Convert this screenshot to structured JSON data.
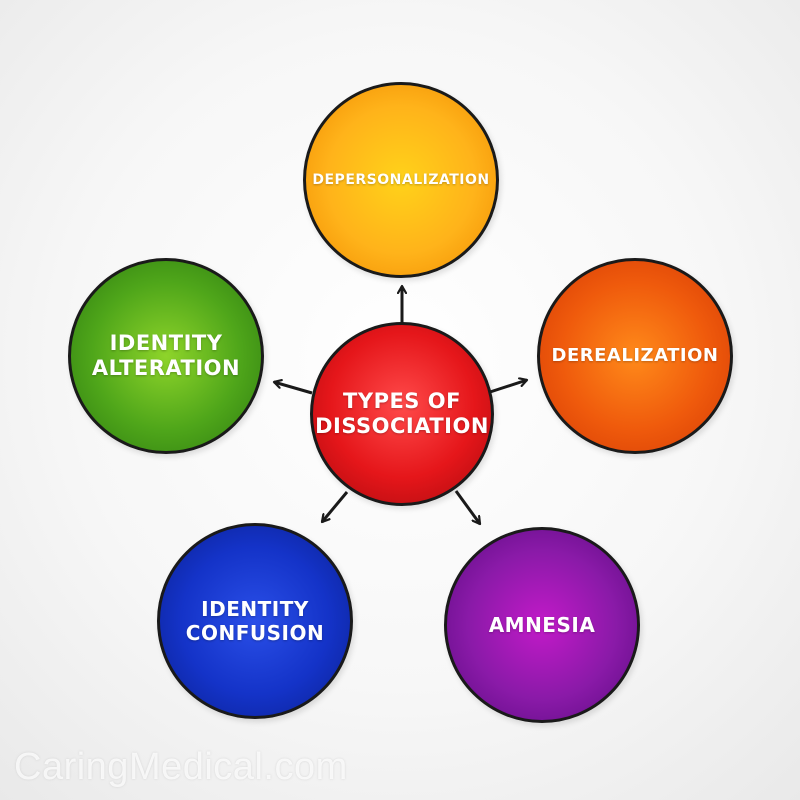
{
  "diagram": {
    "center": {
      "label": "TYPES OF DISSOCIATION",
      "line1": "TYPES OF",
      "line2": "DISSOCIATION",
      "color": "#e5161a"
    },
    "nodes": [
      {
        "id": "top",
        "line1": "DEPERSONALIZATION",
        "line2": "",
        "color": "#ffb31a"
      },
      {
        "id": "right",
        "line1": "DEREALIZATION",
        "line2": "",
        "color": "#ef5a0c"
      },
      {
        "id": "left",
        "line1": "IDENTITY",
        "line2": "ALTERATION",
        "color": "#4fa61a"
      },
      {
        "id": "bottom-left",
        "line1": "IDENTITY",
        "line2": "CONFUSION",
        "color": "#1433c8"
      },
      {
        "id": "bottom-right",
        "line1": "AMNESIA",
        "line2": "",
        "color": "#8a1aa8"
      }
    ]
  },
  "watermark": "CaringMedical.com"
}
